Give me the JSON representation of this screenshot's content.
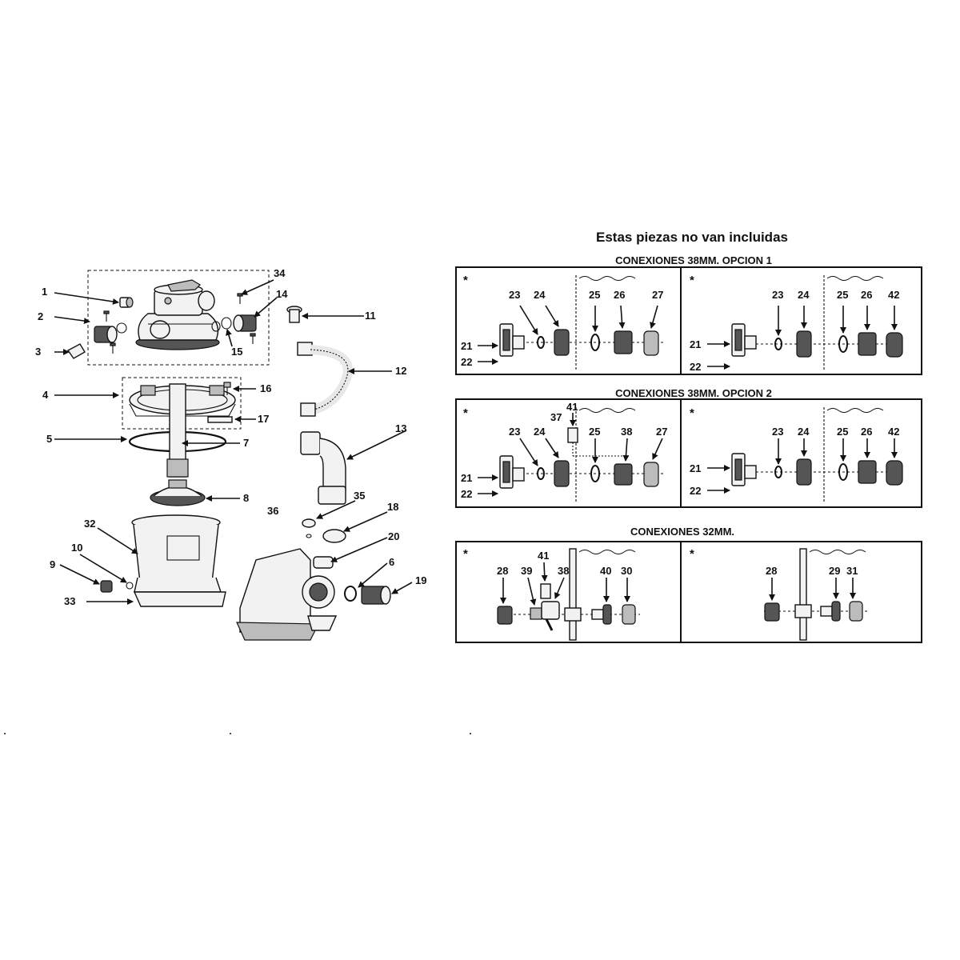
{
  "heading": "Estas piezas no van incluidas",
  "sections": {
    "opcion1": "CONEXIONES 38MM. OPCION 1",
    "opcion2": "CONEXIONES 38MM. OPCION 2",
    "c32": "CONEXIONES 32MM."
  },
  "star": "*",
  "left_labels": {
    "l1": "1",
    "l2": "2",
    "l3": "3",
    "l4": "4",
    "l5": "5",
    "l6": "6",
    "l7": "7",
    "l8": "8",
    "l9": "9",
    "l10": "10",
    "l11": "11",
    "l12": "12",
    "l13": "13",
    "l14": "14",
    "l15": "15",
    "l16": "16",
    "l17": "17",
    "l18": "18",
    "l19": "19",
    "l20": "20",
    "l32": "32",
    "l33": "33",
    "l34": "34",
    "l35": "35",
    "l36": "36"
  },
  "panel_labels": {
    "p21": "21",
    "p22": "22",
    "p23": "23",
    "p24": "24",
    "p25": "25",
    "p26": "26",
    "p27": "27",
    "p28": "28",
    "p29": "29",
    "p30": "30",
    "p31": "31",
    "p37": "37",
    "p38": "38",
    "p39": "39",
    "p40": "40",
    "p41": "41",
    "p42": "42"
  }
}
